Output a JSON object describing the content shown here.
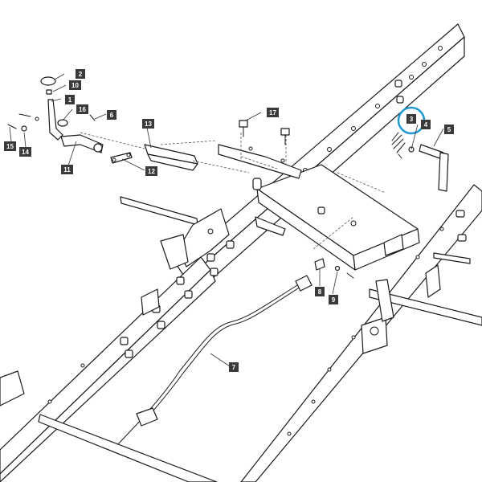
{
  "accent_color": "#1f9bd1",
  "highlighted_callout": "3",
  "callouts": [
    {
      "label": "1"
    },
    {
      "label": "2"
    },
    {
      "label": "3"
    },
    {
      "label": "4"
    },
    {
      "label": "5"
    },
    {
      "label": "6"
    },
    {
      "label": "7"
    },
    {
      "label": "8"
    },
    {
      "label": "9"
    },
    {
      "label": "10"
    },
    {
      "label": "11"
    },
    {
      "label": "12"
    },
    {
      "label": "13"
    },
    {
      "label": "14"
    },
    {
      "label": "15"
    },
    {
      "label": "16"
    },
    {
      "label": "17"
    }
  ]
}
